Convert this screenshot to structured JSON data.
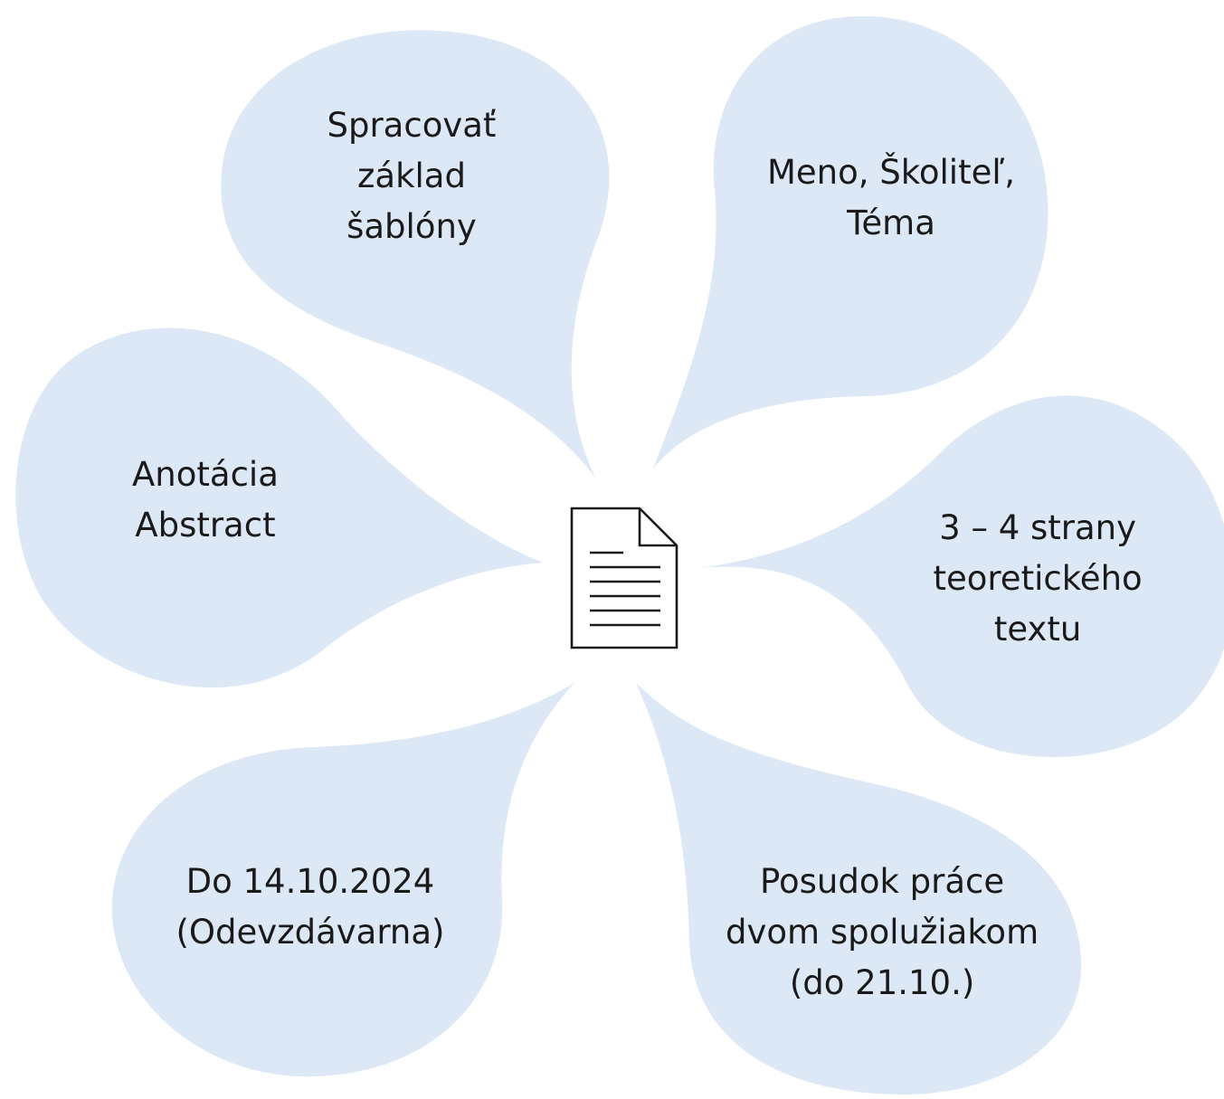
{
  "diagram": {
    "colors": {
      "petal_fill": "#dce8f5",
      "icon_stroke": "#1a1a1a",
      "text": "#1a1a1a"
    },
    "center_icon": "document-icon",
    "petals": [
      {
        "id": "template",
        "lines": [
          "Spracovať",
          "základ",
          "šablóny"
        ]
      },
      {
        "id": "name",
        "lines": [
          "Meno, Školiteľ,",
          "Téma"
        ]
      },
      {
        "id": "abstract",
        "lines": [
          "Anotácia",
          "Abstract"
        ]
      },
      {
        "id": "pages",
        "lines": [
          "3 – 4 strany",
          "teoretického",
          "textu"
        ]
      },
      {
        "id": "deadline",
        "lines": [
          "Do 14.10.2024",
          "(Odevzdávarna)"
        ]
      },
      {
        "id": "review",
        "lines": [
          "Posudok práce",
          "dvom spolužiakom",
          "(do 21.10.)"
        ]
      }
    ]
  }
}
